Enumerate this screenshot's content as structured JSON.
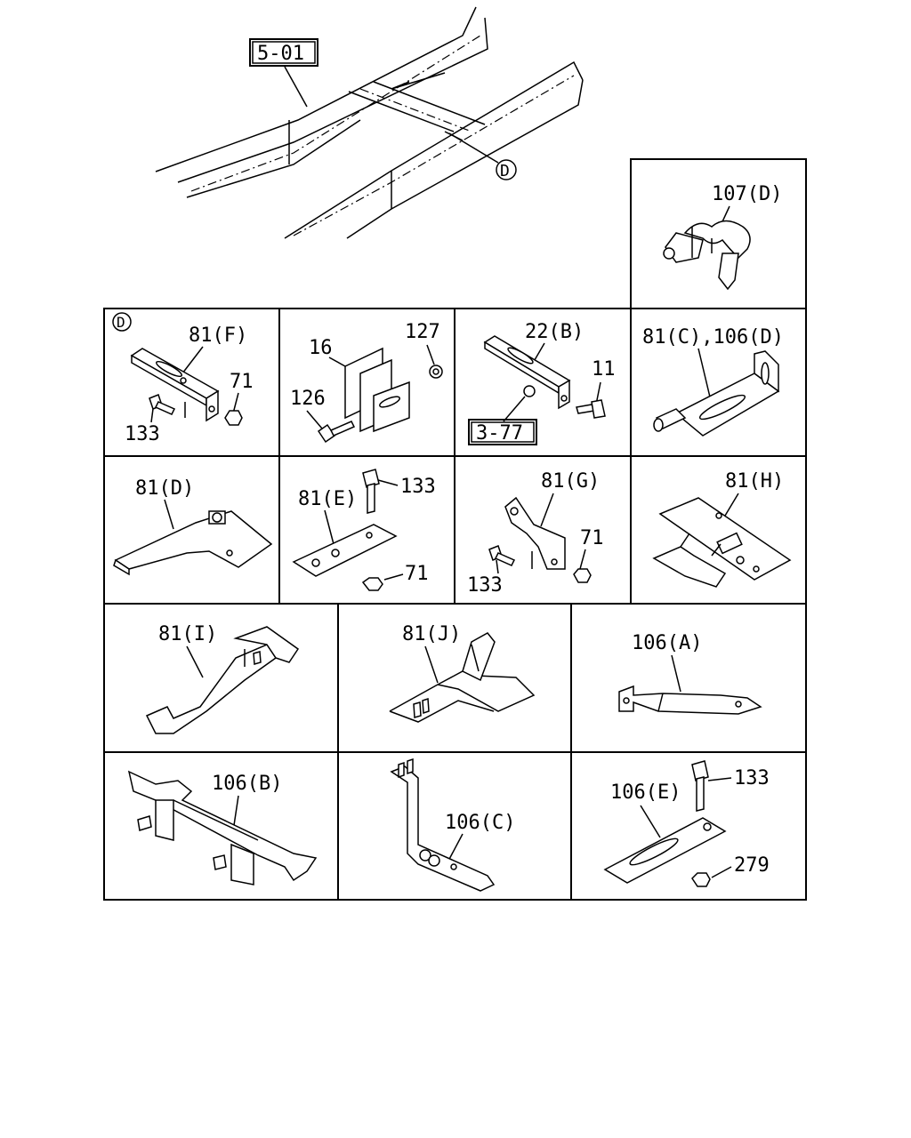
{
  "references": {
    "frame": "5-01",
    "detail_marker": "D",
    "sub_ref": "3-77"
  },
  "cells": {
    "c107d": {
      "label": "107(D)"
    },
    "c81f": {
      "label": "81(F)",
      "parts": [
        "71",
        "133"
      ]
    },
    "c16": {
      "label": "16",
      "parts": [
        "127",
        "126"
      ]
    },
    "c22b": {
      "label": "22(B)",
      "parts": [
        "11"
      ]
    },
    "c81c": {
      "label": "81(C),106(D)"
    },
    "c81d": {
      "label": "81(D)"
    },
    "c81e": {
      "label": "81(E)",
      "parts": [
        "133",
        "71"
      ]
    },
    "c81g": {
      "label": "81(G)",
      "parts": [
        "71",
        "133"
      ]
    },
    "c81h": {
      "label": "81(H)"
    },
    "c81i": {
      "label": "81(I)"
    },
    "c81j": {
      "label": "81(J)"
    },
    "c106a": {
      "label": "106(A)"
    },
    "c106b": {
      "label": "106(B)"
    },
    "c106c": {
      "label": "106(C)"
    },
    "c106e": {
      "label": "106(E)",
      "parts": [
        "133",
        "279"
      ]
    }
  }
}
